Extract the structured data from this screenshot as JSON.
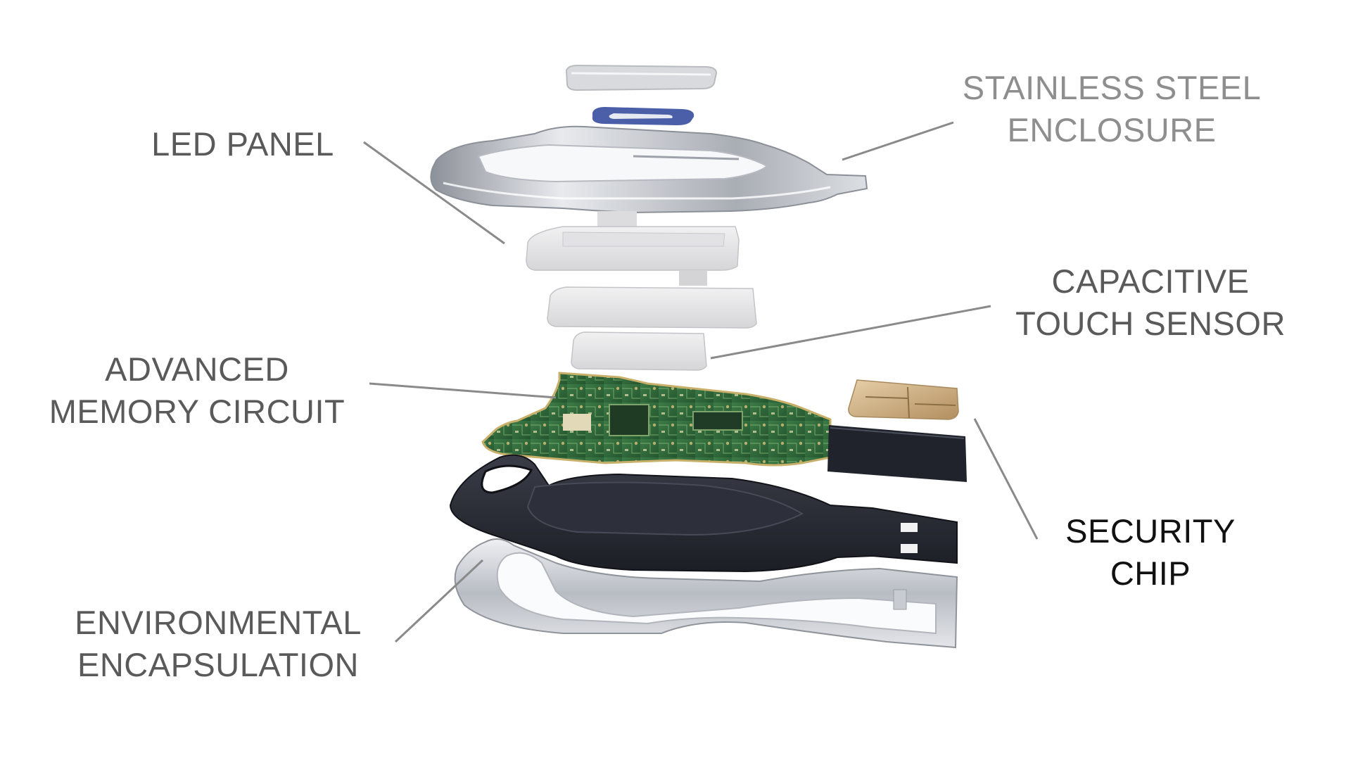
{
  "labels": {
    "stainless_steel_enclosure": [
      "STAINLESS STEEL",
      "ENCLOSURE"
    ],
    "led_panel": [
      "LED PANEL"
    ],
    "capacitive_touch_sensor": [
      "CAPACITIVE",
      "TOUCH SENSOR"
    ],
    "advanced_memory_circuit": [
      "ADVANCED",
      "MEMORY CIRCUIT"
    ],
    "security_chip": [
      "SECURITY",
      "CHIP"
    ],
    "environmental_encapsulation": [
      "ENVIRONMENTAL",
      "ENCAPSULATION"
    ]
  },
  "colors": {
    "label_dark": "#5a5a5a",
    "label_light": "#8e8e8e",
    "label_black": "#111111",
    "leader_line": "#8a8a8a",
    "pcb_green": "#2f6a3a",
    "casing_black": "#24262f",
    "steel": "#c9ccd1",
    "chip_gold": "#c9a97e",
    "button_blue": "#4b5fa8"
  }
}
